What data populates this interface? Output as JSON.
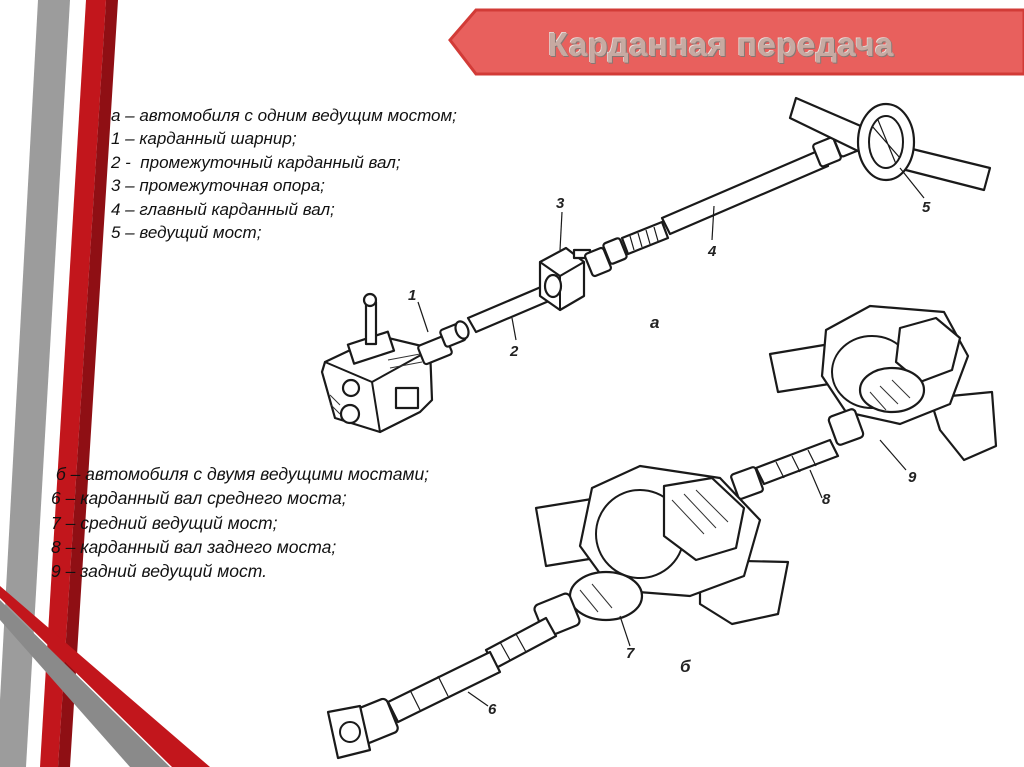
{
  "slide": {
    "title": "Карданная передача",
    "colors": {
      "banner": "#e8605d",
      "banner_stroke": "#d23b37",
      "stripe_red": "#c2161c",
      "stripe_gray": "#9b9b9b",
      "title_text": "#c7aaa2"
    }
  },
  "legend_a": [
    "а – автомобиля с одним ведущим мостом;",
    "1 – карданный шарнир;",
    "2 -  промежуточный карданный вал;",
    "3 – промежуточная опора;",
    "4 – главный карданный вал;",
    "5 – ведущий мост;"
  ],
  "legend_b": [
    " б – автомобиля с двумя ведущими мостами;",
    "6 – карданный вал среднего моста;",
    "7 – средний ведущий мост;",
    "8 – карданный вал заднего моста;",
    "9 – задний ведущий мост."
  ],
  "figure": {
    "labels": {
      "n1": "1",
      "n2": "2",
      "n3": "3",
      "n4": "4",
      "n5": "5",
      "n6": "6",
      "n7": "7",
      "n8": "8",
      "n9": "9",
      "a": "а",
      "b": "б"
    }
  }
}
